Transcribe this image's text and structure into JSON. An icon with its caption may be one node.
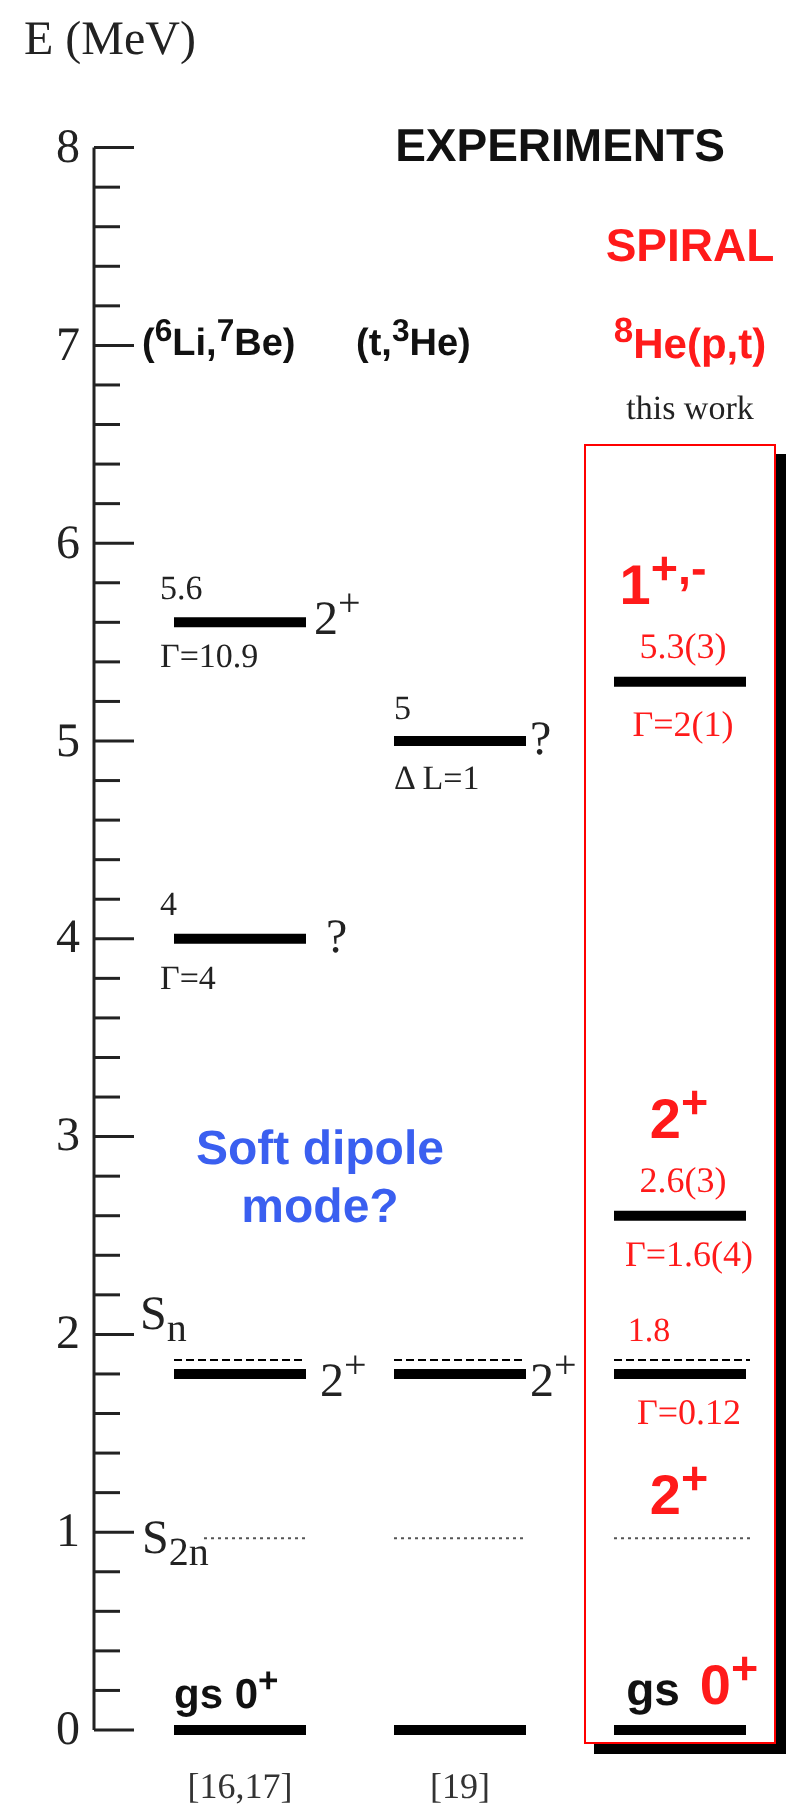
{
  "diagram": {
    "nodes": [
      {
        "text": [
          "1$^{+,-}$",
          "5.3(3)",
          "Γ=2(1)",
          "2$^{+}$",
          "2.6(3)",
          "Γ=1.6(4)",
          "1.8",
          "Γ=0.12",
          "2$^{+}$",
          "gs",
          "0$^{+}$"
        ]
      }
    ],
    "labels": [
      "E (MeV)",
      "8",
      "7",
      "6",
      "5",
      "4",
      "3",
      "2",
      "1",
      "0",
      "EXPERIMENTS",
      "SPIRAL",
      "$^{8}$He(p,t)",
      "this work",
      "($^{6}$Li,$^{7}$Be)",
      "(t,$^{3}$He)",
      "5.6",
      "2$^{+}$",
      "Γ=10.9",
      "5",
      "?",
      "Δ L=1",
      "4",
      "?",
      "Γ=4",
      "Soft dipole mode?",
      "S$_{n}$",
      "2$^{+}$",
      "2$^{+}$",
      "S$_{2n}$",
      "gs 0$^{+}$",
      "[16,17]",
      "[19]"
    ]
  }
}
